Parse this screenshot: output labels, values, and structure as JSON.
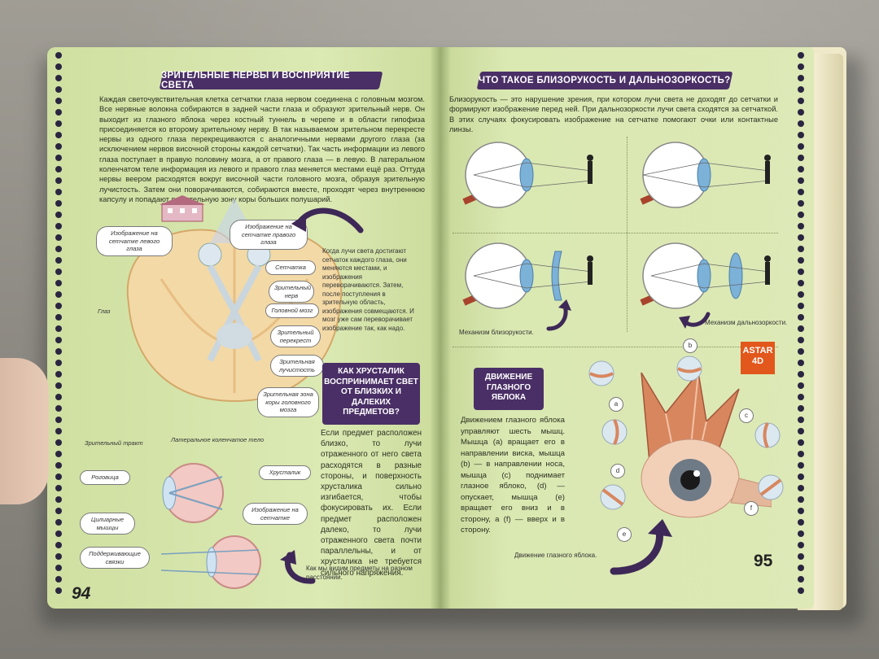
{
  "left_page": {
    "title": "ЗРИТЕЛЬНЫЕ НЕРВЫ И ВОСПРИЯТИЕ СВЕТА",
    "intro": "Каждая светочувствительная клетка сетчатки глаза нервом соединена с головным мозгом. Все нервные волокна собираются в задней части глаза и образуют зрительный нерв. Он выходит из глазного яблока через костный туннель в черепе и в области гипофиза присоединяется ко второму зрительному нерву. В так называемом зрительном перекресте нервы из одного глаза перекрещиваются с аналогичными нервами другого глаза (за исключением нервов височной стороны каждой сетчатки). Так часть информации из левого глаза поступает в правую половину мозга, а от правого глаза — в левую. В латеральном коленчатом теле информация из левого и правого глаз меняется местами ещё раз. Оттуда нервы веером расходятся вокруг височной части головного мозга, образуя зрительную лучистость. Затем они поворачиваются, собираются вместе, проходят через внутреннюю капсулу и попадают в зрительную зону коры больших полушарий.",
    "labels": {
      "left_image": "Изображение на сетчатке левого глаза",
      "right_image": "Изображение на сетчатке правого глаза",
      "retina": "Сетчатка",
      "optic_nerve": "Зрительный нерв",
      "brain": "Головной мозг",
      "chiasm": "Зрительный перекрест",
      "radiation": "Зрительная лучистость",
      "cortex": "Зрительная зона коры головного мозга",
      "eye": "Глаз",
      "tract": "Зрительный тракт",
      "lgn": "Латеральное коленчатое тело",
      "cornea": "Роговица",
      "lens": "Хрусталик",
      "ciliary": "Цилиарные мышцы",
      "retina_image": "Изображение на сетчатке",
      "ligaments": "Поддерживающие связки"
    },
    "side_note": "Когда лучи света достигают сетчаток каждого глаза, они меняются местами, и изображения переворачиваются. Затем, после поступления в зрительную область, изображения совмещаются. И мозг уже сам переворачивает изображение так, как надо.",
    "question": "КАК ХРУСТАЛИК ВОСПРИНИМАЕТ СВЕТ ОТ БЛИЗКИХ И ДАЛЕКИХ ПРЕДМЕТОВ?",
    "answer": "Если предмет расположен близко, то лучи отраженного от него света расходятся в разные стороны, и поверхность хрусталика сильно изгибается, чтобы фокусировать их. Если предмет расположен далеко, то лучи отраженного света почти параллельны, и от хрусталика не требуется сильного напряжения.",
    "bottom_caption": "Как мы видим предметы на разном расстоянии.",
    "page_number": "94"
  },
  "right_page": {
    "title": "ЧТО ТАКОЕ БЛИЗОРУКОСТЬ И ДАЛЬНОЗОРКОСТЬ?",
    "intro": "Близорукость — это нарушение зрения, при котором лучи света не доходят до сетчатки и формируют изображение перед ней. При дальнозоркости лучи света сходятся за сетчаткой. В этих случаях фокусировать изображение на сетчатке помогают очки или контактные линзы.",
    "myopia_caption": "Механизм близорукости.",
    "hyperopia_caption": "Механизм дальнозоркости.",
    "movement_title": "ДВИЖЕНИЕ ГЛАЗНОГО ЯБЛОКА",
    "movement_text": "Движением глазного яблока управляют шесть мышц. Мышца (a) вращает его в направлении виска, мышца (b) — в направлении носа, мышца (c) поднимает глазное яблоко, (d) — опускает, мышца (e) вращает его вниз и в сторону, а (f) — вверх и в сторону.",
    "movement_caption": "Движение глазного яблока.",
    "badge": "ASTAR 4D",
    "letters": [
      "a",
      "b",
      "c",
      "d",
      "e",
      "f"
    ],
    "page_number": "95"
  },
  "colors": {
    "banner": "#4a2f66",
    "page": "#dae8b2",
    "accent": "#e2571b"
  }
}
